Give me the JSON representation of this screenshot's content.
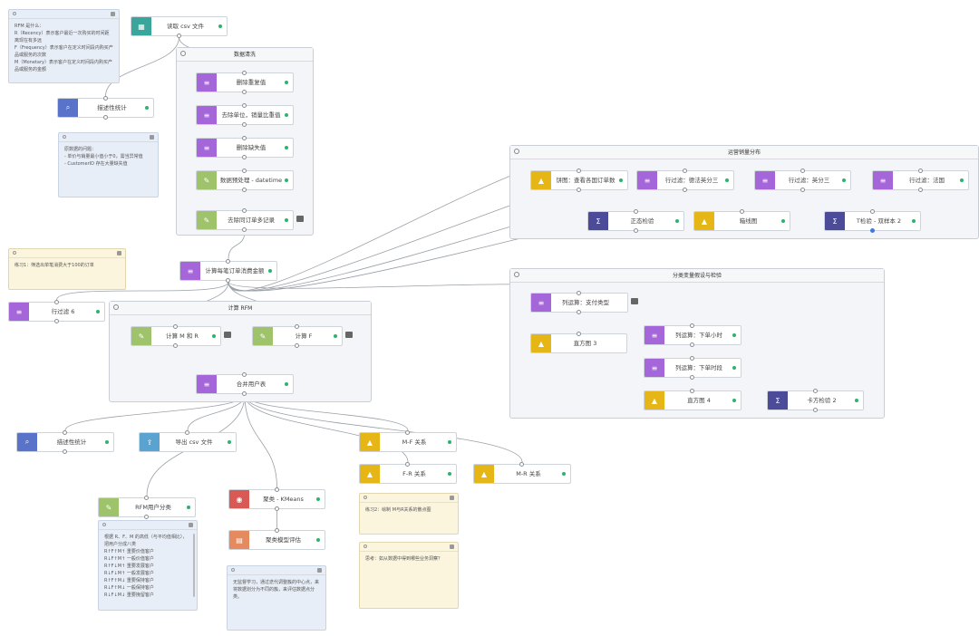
{
  "colors": {
    "purple": "#a466d9",
    "olive": "#9ec36b",
    "blue": "#5873c9",
    "teal": "#3aa59a",
    "sky": "#5aa2cf",
    "yellow": "#e6b616",
    "navy": "#4b4b9a",
    "red": "#d95a55",
    "orange": "#e58a5f",
    "status_ok": "#2db36b"
  },
  "groups": {
    "clean": "数据清洗",
    "sales": "运营销量分布",
    "rfm": "计算 RFM",
    "cat": "分类变量假设与检验"
  },
  "nodes": {
    "read_csv": "读取 csv 文件",
    "desc1": "描述性统计",
    "dedup": "删除重复值",
    "unit": "去除单位，销量比重值",
    "dropna": "删除缺失值",
    "datetime": "数据预处理 - datetime",
    "multi": "去除同订单多记录",
    "calc_amount": "计算每笔订单消费金额",
    "filter6": "行过滤 6",
    "calc_m": "计算 M 和 R",
    "calc_f": "计算 F",
    "merge_user": "合并用户表",
    "pie": "饼图：查看各国订单数",
    "filter_cohort": "行过滤：德法英分三",
    "filter_uk": "行过滤：英分三",
    "filter_fr": "行过滤：法国",
    "norm_test": "正态检验",
    "box": "箱线图",
    "ttest": "T检验 - 双样本 2",
    "col_payment": "列运算：支付类型",
    "hist3": "直方图 3",
    "col_hour": "列运算：下单小时",
    "col_period": "列运算：下单时段",
    "hist4": "直方图 4",
    "chi2": "卡方检验 2",
    "desc2": "描述性统计",
    "export": "导出 csv 文件",
    "mf": "M-F 关系",
    "fr": "F-R 关系",
    "mr": "M-R 关系",
    "rfm_class": "RFM用户分类",
    "kmeans": "聚类 - KMeans",
    "cluster_eval": "聚类模型评估"
  },
  "notes": {
    "rfm_intro": "RFM 是什么：\nR（Recency）表示客户最近一次购买的时间距离现在有多远\nF（Frequency）表示客户在定义时间段内购买产品或服务的次数\nM（Monetary）表示客户在定义时间段内购买产品或服务的金额",
    "data_issue": "原数据的问题：\n- 单价与销量最小值小于0，需当异常值\n- CustomerID 存在大量缺失值",
    "exercise1": "练习1：筛选出单笔消费大于100的订单",
    "rfm_rule": "根据 R、F、M 的高低（与平均值相比），把用户分成八类\nR↑F↑M↑ 重要价值客户\nR↓F↑M↑ 一般价值客户\nR↑F↓M↑ 重要发展客户\nR↓F↓M↑ 一般发展客户\nR↑F↑M↓ 重要保持客户\nR↓F↑M↓ 一般保持客户\nR↓F↓M↓ 重要挽留客户",
    "kmeans_note": "无监督学习，通过迭代调整簇的中心点，来将数据划分为不同的簇，来评估数据点分类。",
    "exercise2": "练习2：绘制 M与R关系的散点图",
    "thinking": "思考：如从数据中得到哪些业务洞察？"
  }
}
